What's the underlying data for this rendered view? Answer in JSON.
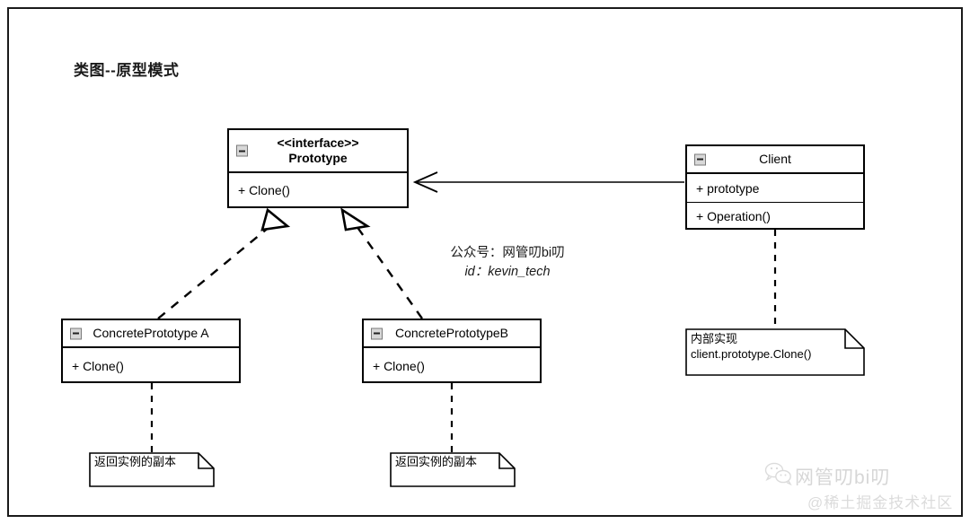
{
  "canvas": {
    "title": "类图--原型模式",
    "background": "#ffffff",
    "border_color": "#1a1a1a"
  },
  "classes": [
    {
      "id": "prototype",
      "stereotype": "<<interface>>",
      "name": "Prototype",
      "collapse_icon": "collapse-minus-icon",
      "members": [
        "+ Clone()"
      ]
    },
    {
      "id": "client",
      "stereotype": "",
      "name": "Client",
      "collapse_icon": "collapse-minus-icon",
      "members": [
        "+ prototype",
        "+ Operation()"
      ]
    },
    {
      "id": "concrete-a",
      "stereotype": "",
      "name": "ConcretePrototype A",
      "collapse_icon": "collapse-minus-icon",
      "members": [
        "+ Clone()"
      ]
    },
    {
      "id": "concrete-b",
      "stereotype": "",
      "name": "ConcretePrototypeB",
      "collapse_icon": "collapse-minus-icon",
      "members": [
        "+ Clone()"
      ]
    }
  ],
  "notes": [
    {
      "id": "note-client",
      "lines": [
        "内部实现",
        "client.prototype.Clone()"
      ]
    },
    {
      "id": "note-a",
      "lines": [
        "返回实例的副本"
      ]
    },
    {
      "id": "note-b",
      "lines": [
        "返回实例的副本"
      ]
    }
  ],
  "annotation": {
    "line1": "公众号：网管叨bi叨",
    "line2": "id：kevin_tech"
  },
  "watermark": {
    "icon": "wechat-icon",
    "top": "网管叨bi叨",
    "bottom": "@稀土掘金技术社区"
  },
  "connectors": [
    {
      "id": "client-to-prototype",
      "type": "association",
      "style": "solid",
      "arrow": "open-arrow",
      "from": "client",
      "to": "prototype"
    },
    {
      "id": "concrete-a-to-prototype",
      "type": "realization",
      "style": "dashed",
      "arrow": "hollow-triangle",
      "from": "concrete-a",
      "to": "prototype"
    },
    {
      "id": "concrete-b-to-prototype",
      "type": "realization",
      "style": "dashed",
      "arrow": "hollow-triangle",
      "from": "concrete-b",
      "to": "prototype"
    },
    {
      "id": "client-to-note",
      "type": "note-anchor",
      "style": "dashed",
      "arrow": "none",
      "from": "client",
      "to": "note-client"
    },
    {
      "id": "concrete-a-to-note",
      "type": "note-anchor",
      "style": "dashed",
      "arrow": "none",
      "from": "concrete-a",
      "to": "note-a"
    },
    {
      "id": "concrete-b-to-note",
      "type": "note-anchor",
      "style": "dashed",
      "arrow": "none",
      "from": "concrete-b",
      "to": "note-b"
    }
  ]
}
